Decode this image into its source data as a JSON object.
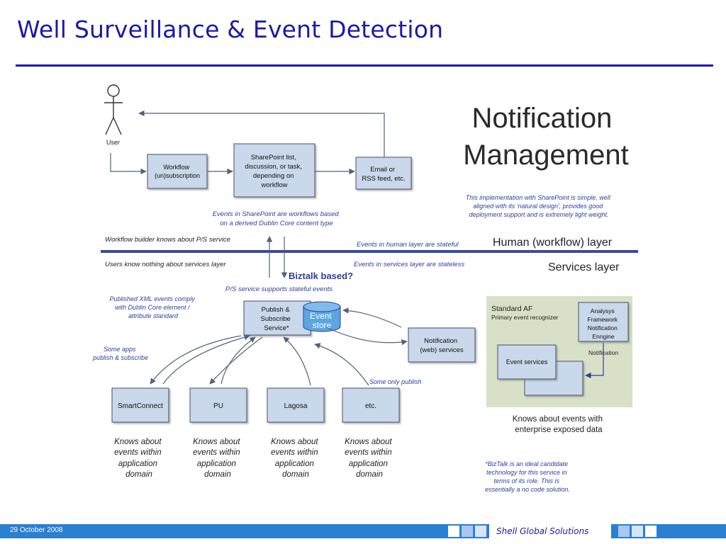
{
  "title": "Well Surveillance & Event Detection",
  "footer": {
    "date": "29 October 2008",
    "brand": "Shell Global Solutions"
  },
  "diagram": {
    "heading": [
      "Notification",
      "Management"
    ],
    "user_label": "User",
    "workflow_box": [
      "Workflow",
      "(un)subscription"
    ],
    "sharepoint_box": [
      "SharePoint list,",
      "discussion, or task,",
      "depending on",
      "workflow"
    ],
    "email_box": [
      "Email or",
      "RSS feed, etc."
    ],
    "sharepoint_note": [
      "Events in SharePoint are workflows based",
      "on a derived Dublin Core content type"
    ],
    "impl_note": [
      "This implementation with SharePoint is simple, well",
      "aligned with its 'natural design', provides good",
      "deployment support and is extremely light weight."
    ],
    "wf_builder_note": "Workflow builder knows about P/S service",
    "human_stateful_note": "Events in human layer are stateful",
    "human_layer": "Human (workflow) layer",
    "users_note": "Users know nothing about services layer",
    "services_stateless_note": "Events in services layer are stateless",
    "services_layer": "Services layer",
    "biztalk": "Biztalk based?",
    "ps_note": "P/S service supports stateful events",
    "xml_note": [
      "Published XML events comply",
      "with Dublin Core element /",
      "attribute standard"
    ],
    "pubsub_box": [
      "Publish &",
      "Subscribe",
      "Service*"
    ],
    "event_store": [
      "Event",
      "store"
    ],
    "notif_box": [
      "Notification",
      "(web) services"
    ],
    "some_apps_note": [
      "Some apps",
      "publish & subscribe"
    ],
    "some_only_note": "Some only publish",
    "apps": [
      "SmartConnect",
      "PU",
      "Lagosa",
      "etc."
    ],
    "app_caption": [
      "Knows about",
      "events within",
      "application",
      "domain"
    ],
    "af_title": "Standard AF",
    "af_subtitle": "Primary event recognizer",
    "ae_box": [
      "Analysys",
      "Framework",
      "Notification",
      "Enngine"
    ],
    "notification_label": "Notification",
    "event_services": "Event services",
    "enterprise_note": [
      "Knows about events with",
      "enterprise exposed data"
    ],
    "biztalk_note": [
      "*BizTalk is an ideal candidate",
      "technology for this service in",
      "terms of its role.  This is",
      "essentially a no code solution."
    ]
  },
  "colors": {
    "title": "#1a1aa8",
    "box_fill": "#c9d8ea",
    "box_stroke": "#44506a",
    "accent": "#2e3f99",
    "footer": "#2b7fd1",
    "af_bg": "#d9e0c8",
    "event_store": "#5ba5e0"
  }
}
